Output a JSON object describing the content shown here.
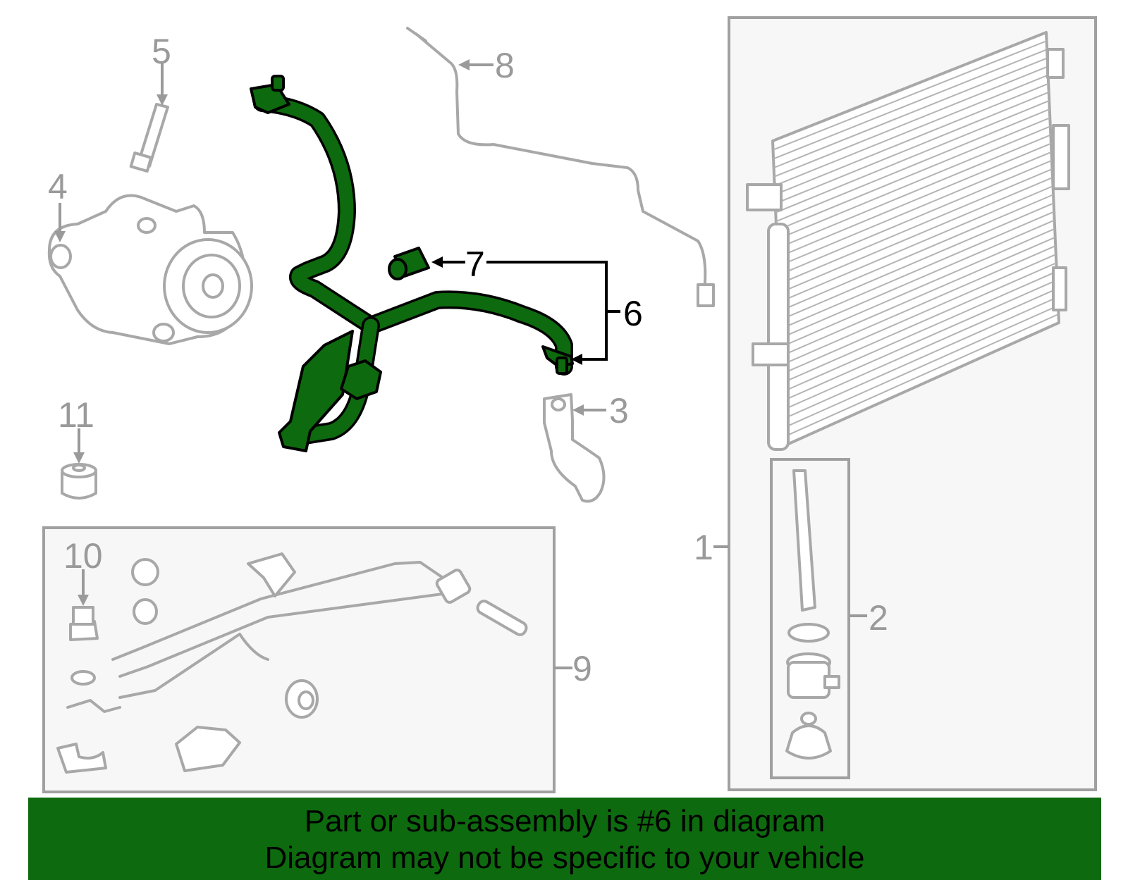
{
  "labels": {
    "n1": "1",
    "n2": "2",
    "n3": "3",
    "n4": "4",
    "n5": "5",
    "n6": "6",
    "n7": "7",
    "n8": "8",
    "n9": "9",
    "n10": "10",
    "n11": "11"
  },
  "banner": {
    "line1": "Part or sub-assembly is #6 in diagram",
    "line2": "Diagram may not be specific to your vehicle"
  },
  "colors": {
    "highlight": "#0e6a0e",
    "outline": "#a8a8a8",
    "box_fill": "#f7f7f7"
  }
}
